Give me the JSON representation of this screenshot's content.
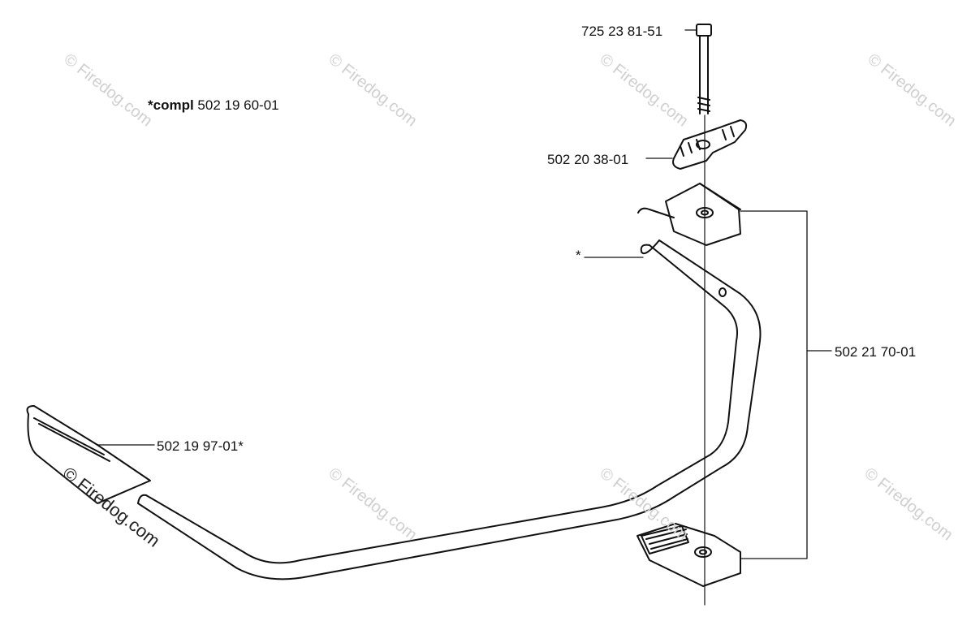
{
  "watermark": {
    "text": "© Firedog.com"
  },
  "compl": {
    "prefix": "*compl",
    "part": "502 19 60-01"
  },
  "parts": {
    "bolt": "725 23 81-51",
    "knob": "502 20 38-01",
    "clamp_set": "502 21 70-01",
    "grip": "502 19 97-01*",
    "handle_marker": "*"
  }
}
